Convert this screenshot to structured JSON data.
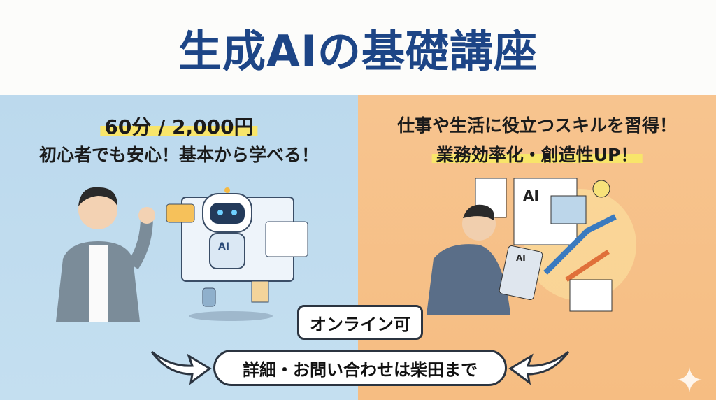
{
  "title": "生成AIの基礎講座",
  "left": {
    "price": "60分 / 2,000円",
    "tagline": "初心者でも安心！基本から学べる！",
    "robot_label": "AI"
  },
  "right": {
    "line1": "仕事や生活に役立つスキルを習得！",
    "line2": "業務効率化・創造性UP！",
    "doc_label": "AI",
    "tablet_label": "AI"
  },
  "online": "オンライン可",
  "contact": "詳細・お問い合わせは柴田まで",
  "colors": {
    "title": "#1d4586",
    "left_bg": "#bcd9ed",
    "right_bg": "#f7c48f",
    "highlight": "#f8e56a"
  }
}
